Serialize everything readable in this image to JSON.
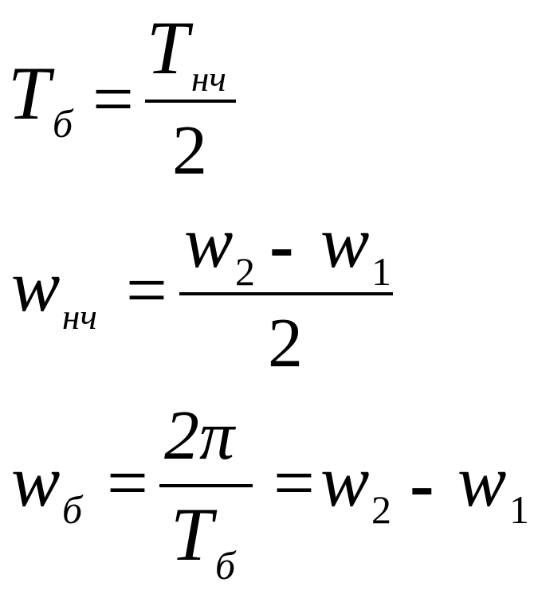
{
  "equations": [
    {
      "lhs": {
        "symbol": "T",
        "sub": "б"
      },
      "eq": "=",
      "numerator": {
        "symbol": "T",
        "sub": "нч"
      },
      "denominator": "2"
    },
    {
      "lhs": {
        "symbol": "w",
        "sub": "нч"
      },
      "eq": "=",
      "numerator": {
        "a": "w",
        "a_sub": "2",
        "minus": "-",
        "b": "w",
        "b_sub": "1"
      },
      "denominator": "2"
    },
    {
      "lhs": {
        "symbol": "w",
        "sub": "б"
      },
      "eq": "=",
      "numerator": "2π",
      "denominator": {
        "symbol": "T",
        "sub": "б"
      },
      "eq2": "=",
      "rhs": {
        "a": "w",
        "a_sub": "2",
        "minus": "-",
        "b": "w",
        "b_sub": "1"
      }
    }
  ]
}
